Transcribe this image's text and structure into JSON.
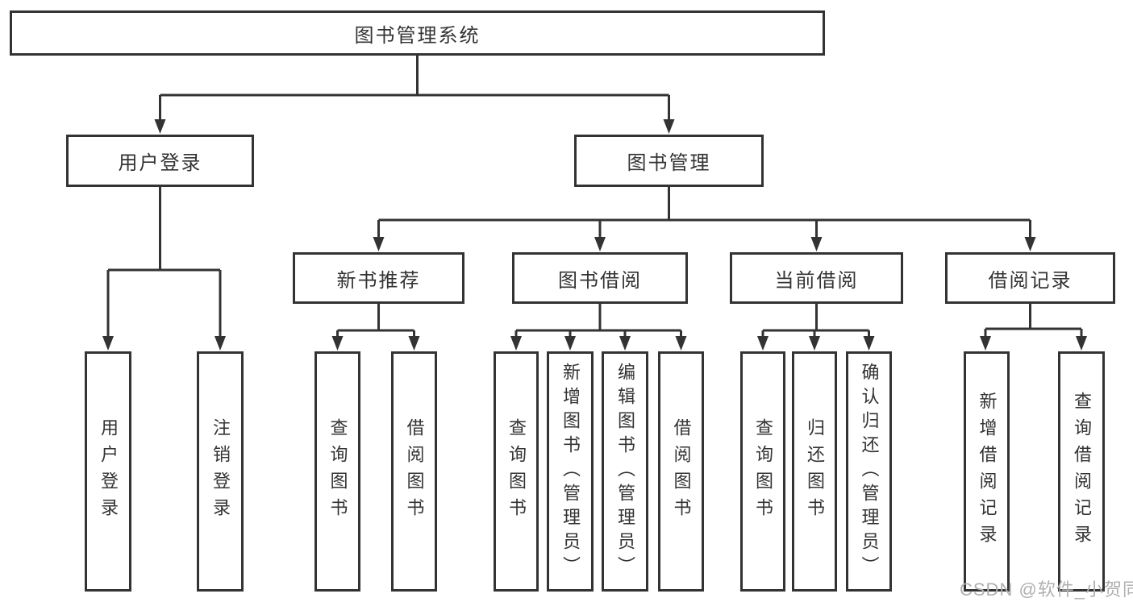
{
  "colors": {
    "line": "#333333",
    "text": "#333333",
    "box_fill": "#ffffff",
    "watermark": "#b0b0b0",
    "background": "#ffffff"
  },
  "watermark": {
    "text": "CSDN @软件_小贺同学"
  },
  "tree": {
    "label": "图书管理系统",
    "children": [
      {
        "label": "用户登录",
        "children": [
          {
            "label": "用户登录"
          },
          {
            "label": "注销登录"
          }
        ]
      },
      {
        "label": "图书管理",
        "children": [
          {
            "label": "新书推荐",
            "children": [
              {
                "label": "查询图书"
              },
              {
                "label": "借阅图书"
              }
            ]
          },
          {
            "label": "图书借阅",
            "children": [
              {
                "label": "查询图书"
              },
              {
                "label": "新增图书（管理员）"
              },
              {
                "label": "编辑图书（管理员）"
              },
              {
                "label": "借阅图书"
              }
            ]
          },
          {
            "label": "当前借阅",
            "children": [
              {
                "label": "查询图书"
              },
              {
                "label": "归还图书"
              },
              {
                "label": "确认归还（管理员）"
              }
            ]
          },
          {
            "label": "借阅记录",
            "children": [
              {
                "label": "新增借阅记录"
              },
              {
                "label": "查询借阅记录"
              }
            ]
          }
        ]
      }
    ]
  }
}
